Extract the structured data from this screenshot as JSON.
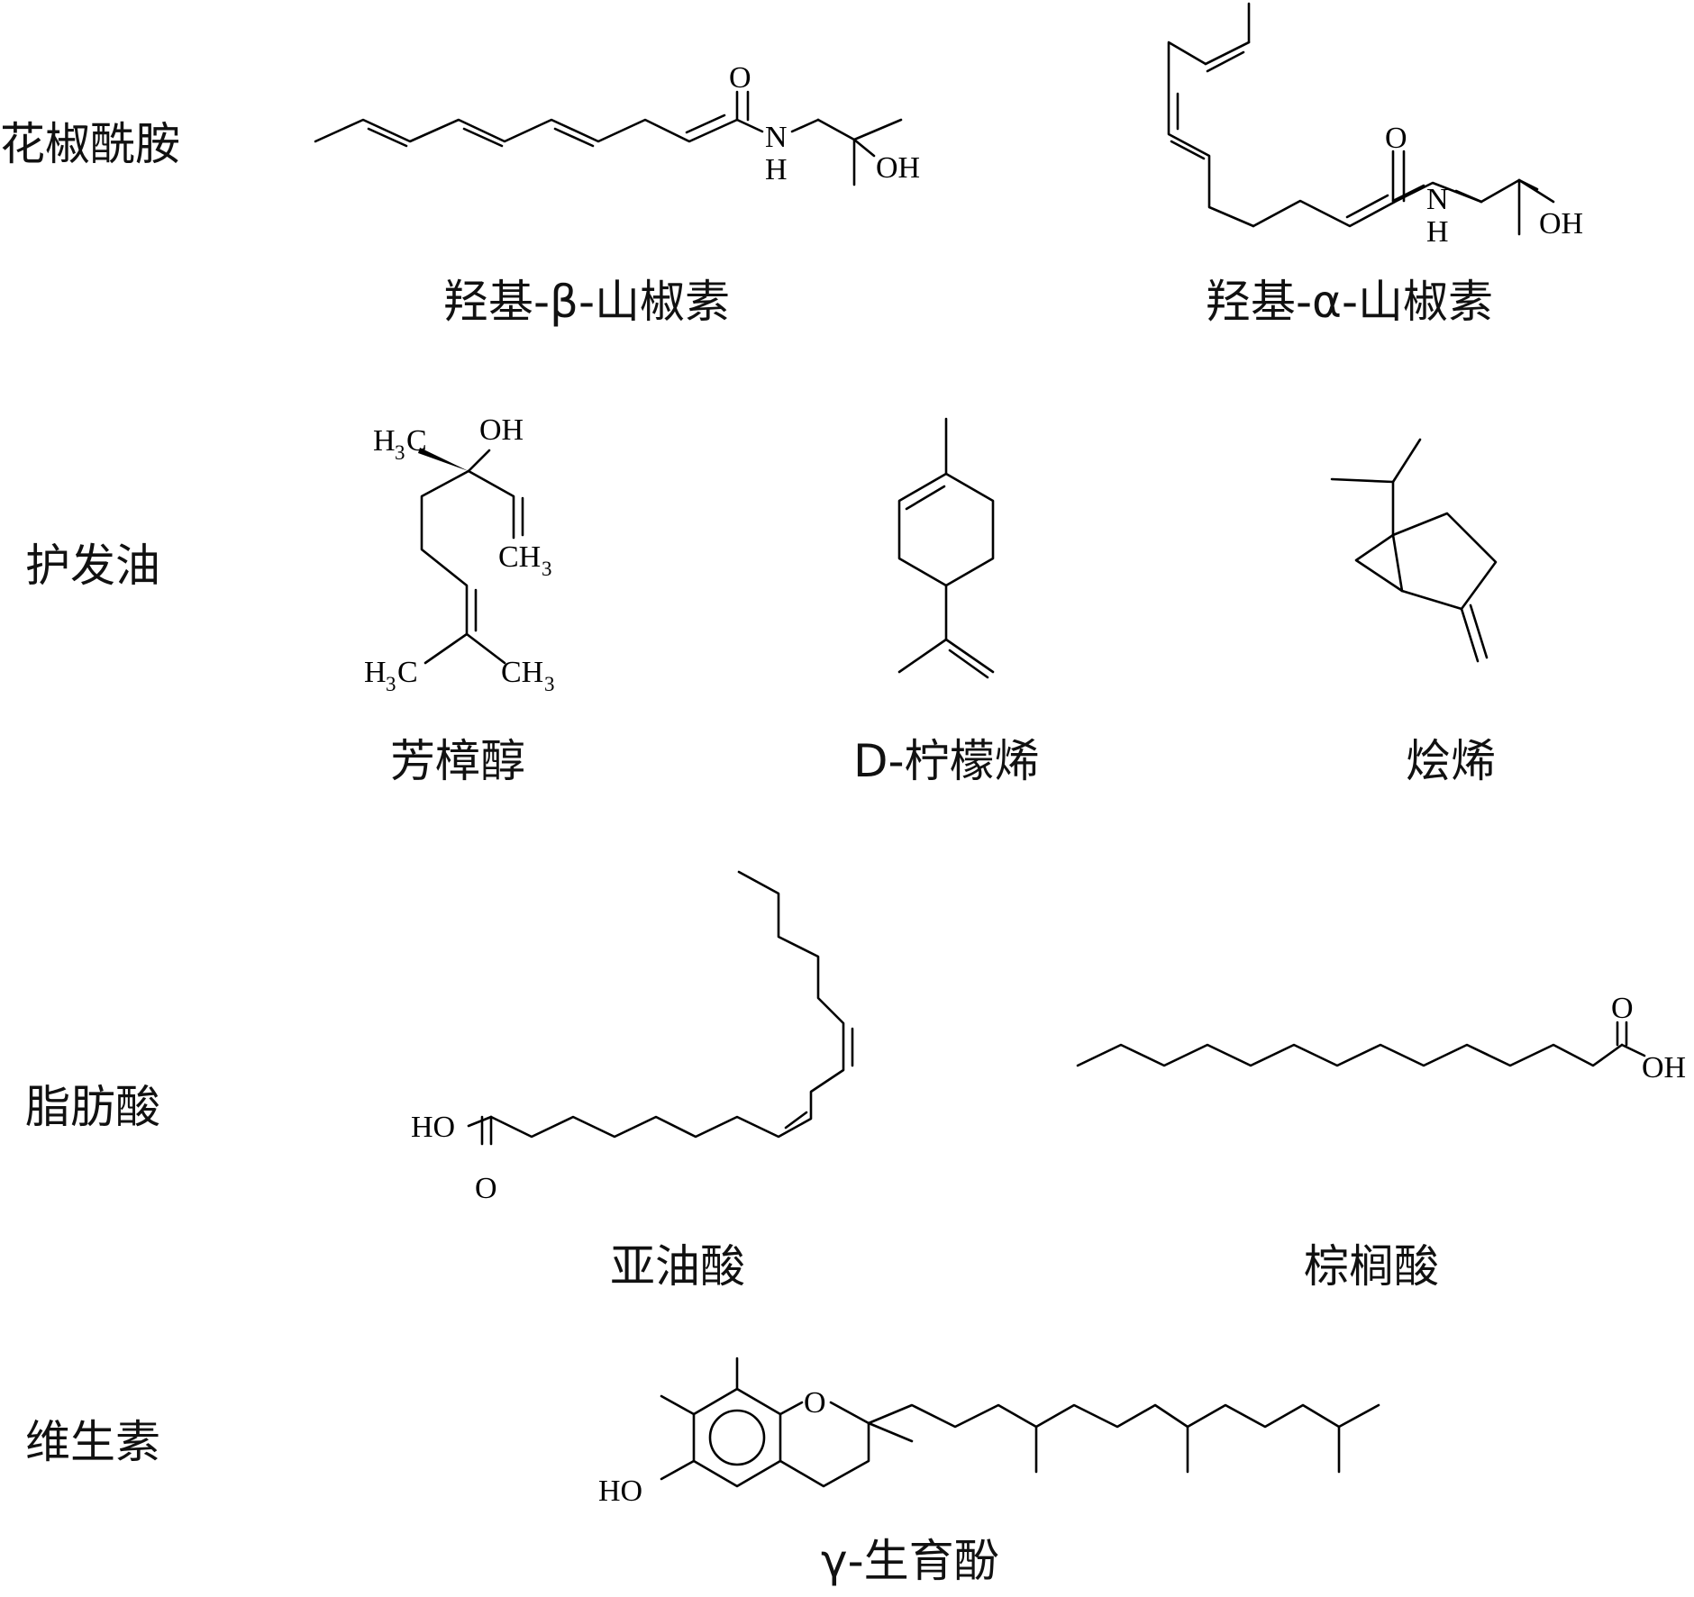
{
  "categories": [
    {
      "id": "huajiao",
      "label": "花椒酰胺"
    },
    {
      "id": "hufa",
      "label": "护发油"
    },
    {
      "id": "zhifang",
      "label": "脂肪酸"
    },
    {
      "id": "weisheng",
      "label": "维生素"
    }
  ],
  "compounds": {
    "hydroxy_beta": {
      "name": "羟基-β-山椒素",
      "category": "花椒酰胺"
    },
    "hydroxy_alpha": {
      "name": "羟基-α-山椒素",
      "category": "花椒酰胺"
    },
    "linalool": {
      "name": "芳樟醇",
      "category": "护发油"
    },
    "limonene": {
      "name": "D-柠檬烯",
      "category": "护发油"
    },
    "sabinene": {
      "name": "烩烯",
      "category": "护发油"
    },
    "linoleic": {
      "name": "亚油酸",
      "category": "脂肪酸"
    },
    "palmitic": {
      "name": "棕榈酸",
      "category": "脂肪酸"
    },
    "tocopherol": {
      "name": "γ-生育酚",
      "category": "维生素"
    }
  },
  "atom_labels": {
    "O": "O",
    "N": "N",
    "H": "H",
    "OH": "OH",
    "HO": "HO",
    "H3C": {
      "main": "H",
      "sub": "3",
      "tail": "C"
    },
    "CH3": {
      "main": "CH",
      "sub": "3"
    }
  }
}
